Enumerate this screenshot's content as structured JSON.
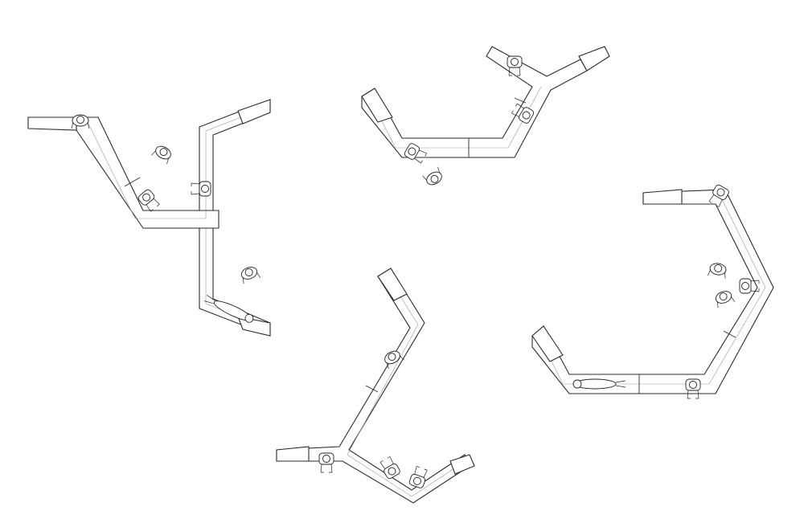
{
  "drawing": {
    "kind": "plan-view",
    "background": "#ffffff",
    "line_color": "#2b2b2b",
    "bench_modules": 5,
    "people_total": 18
  }
}
